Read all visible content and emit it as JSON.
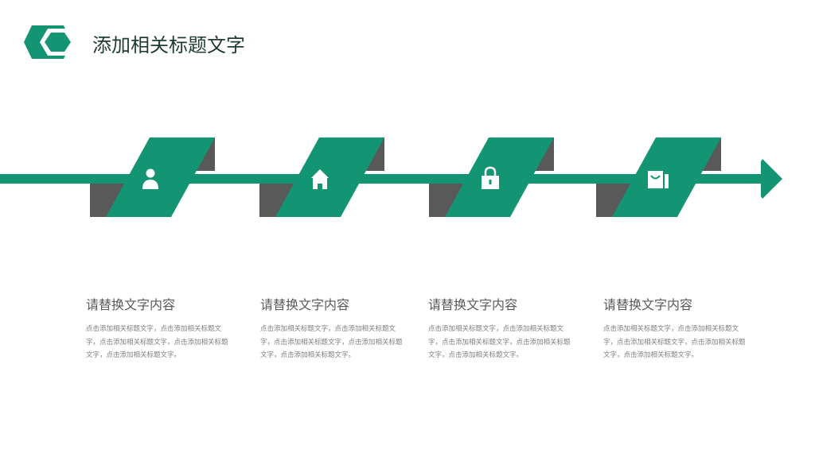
{
  "header": {
    "title": "添加相关标题文字"
  },
  "colors": {
    "accent": "#139574",
    "shadow": "#595959"
  },
  "timeline": {
    "icons": [
      "user-icon",
      "home-icon",
      "lock-icon",
      "shopping-bag-icon"
    ]
  },
  "steps": [
    {
      "title": "请替换文字内容",
      "desc": "点击添加相关标题文字，点击添加相关标题文字，点击添加相关标题文字，点击添加相关标题文字，点击添加相关标题文字。"
    },
    {
      "title": "请替换文字内容",
      "desc": "点击添加相关标题文字，点击添加相关标题文字，点击添加相关标题文字，点击添加相关标题文字，点击添加相关标题文字。"
    },
    {
      "title": "请替换文字内容",
      "desc": "点击添加相关标题文字，点击添加相关标题文字，点击添加相关标题文字，点击添加相关标题文字，点击添加相关标题文字。"
    },
    {
      "title": "请替换文字内容",
      "desc": "点击添加相关标题文字，点击添加相关标题文字，点击添加相关标题文字，点击添加相关标题文字，点击添加相关标题文字。"
    }
  ]
}
